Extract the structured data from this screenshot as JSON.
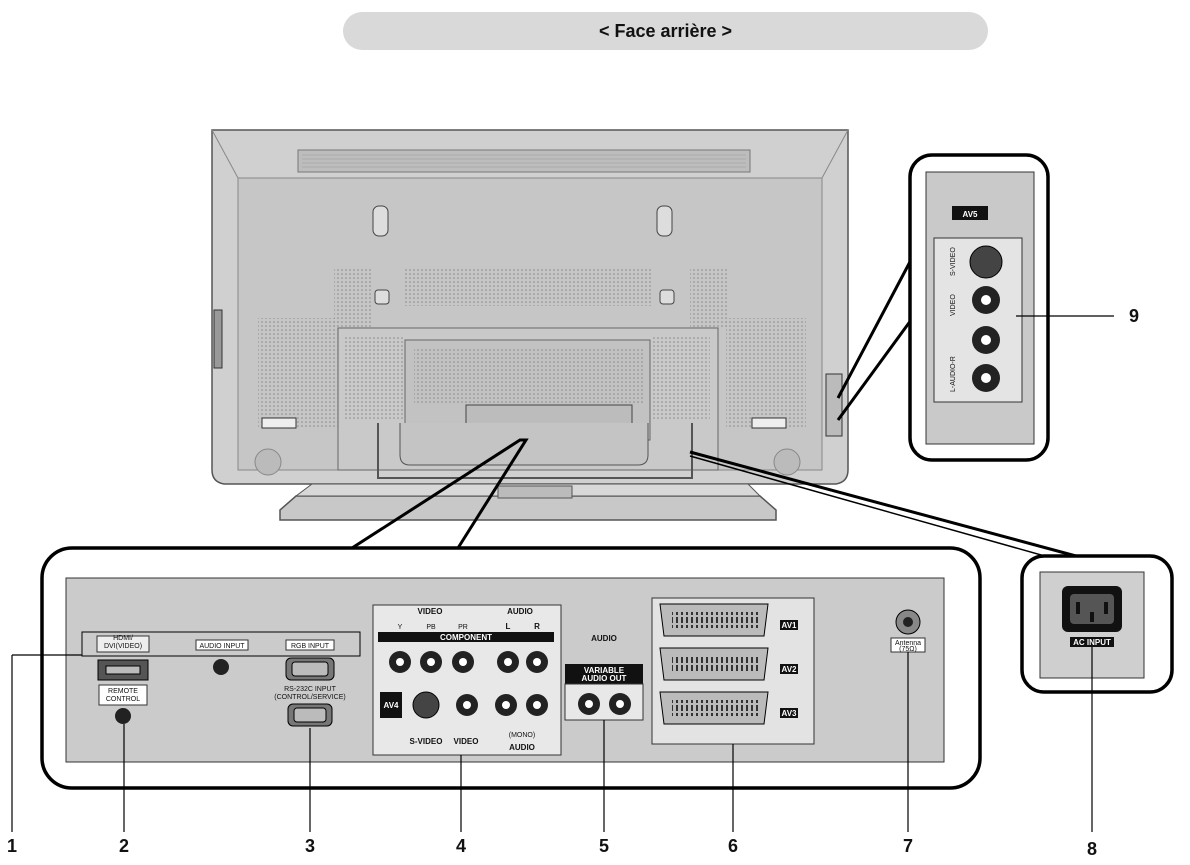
{
  "title": "< Face arrière >",
  "panel": {
    "hdmi": "HDMI/\nDVI(VIDEO)",
    "audio_input": "AUDIO INPUT",
    "rgb_input": "RGB INPUT",
    "remote_control": "REMOTE\nCONTROL",
    "rs232c": "RS-232C INPUT",
    "rs232c_sub": "(CONTROL/SERVICE)",
    "video": "VIDEO",
    "audio": "AUDIO",
    "y": "Y",
    "pb": "PB",
    "pr": "PR",
    "l": "L",
    "r": "R",
    "component": "COMPONENT",
    "av4": "AV4",
    "s_video": "S-VIDEO",
    "video2": "VIDEO",
    "mono": "(MONO)",
    "audio2": "AUDIO",
    "var_audio": "AUDIO",
    "variable_audio_out": "VARIABLE\nAUDIO OUT",
    "av1": "AV1",
    "av2": "AV2",
    "av3": "AV3",
    "antenna": "Antenna",
    "antenna_sub": "(75Ω)",
    "ac_input": "AC INPUT",
    "av5": "AV5",
    "side_s_video": "S-VIDEO",
    "side_video": "VIDEO",
    "side_audio": "L-AUDIO-R"
  },
  "callouts": [
    "1",
    "2",
    "3",
    "4",
    "5",
    "6",
    "7",
    "8",
    "9"
  ]
}
